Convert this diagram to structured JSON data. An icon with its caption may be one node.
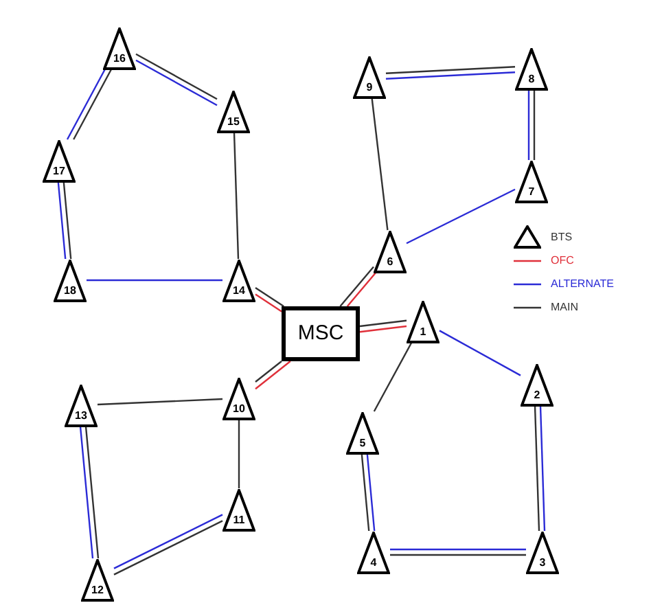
{
  "diagram": {
    "nodes": [
      {
        "text": [
          "MSC"
        ]
      },
      {
        "text": [
          "1"
        ]
      },
      {
        "text": [
          "2"
        ]
      },
      {
        "text": [
          "3"
        ]
      },
      {
        "text": [
          "4"
        ]
      },
      {
        "text": [
          "5"
        ]
      },
      {
        "text": [
          "6"
        ]
      },
      {
        "text": [
          "7"
        ]
      },
      {
        "text": [
          "8"
        ]
      },
      {
        "text": [
          "9"
        ]
      },
      {
        "text": [
          "10"
        ]
      },
      {
        "text": [
          "11"
        ]
      },
      {
        "text": [
          "12"
        ]
      },
      {
        "text": [
          "13"
        ]
      },
      {
        "text": [
          "14"
        ]
      },
      {
        "text": [
          "15"
        ]
      },
      {
        "text": [
          "16"
        ]
      },
      {
        "text": [
          "17"
        ]
      },
      {
        "text": [
          "18"
        ]
      }
    ],
    "edges": [
      {
        "from": 0,
        "to": 14,
        "arrow": "none",
        "color": "#e0303a"
      },
      {
        "from": 0,
        "to": 14,
        "arrow": "none"
      },
      {
        "from": 0,
        "to": 6,
        "arrow": "none"
      },
      {
        "from": 0,
        "to": 6,
        "arrow": "none",
        "color": "#e0303a"
      },
      {
        "from": 0,
        "to": 1,
        "arrow": "none"
      },
      {
        "from": 0,
        "to": 1,
        "arrow": "none",
        "color": "#e0303a"
      },
      {
        "from": 0,
        "to": 10,
        "arrow": "none",
        "color": "#e0303a"
      },
      {
        "from": 0,
        "to": 10,
        "arrow": "none"
      },
      {
        "from": 14,
        "to": 15,
        "arrow": "none"
      },
      {
        "from": 15,
        "to": 16,
        "arrow": "none",
        "color": "#2b2bd6"
      },
      {
        "from": 15,
        "to": 16,
        "arrow": "none"
      },
      {
        "from": 16,
        "to": 17,
        "arrow": "none"
      },
      {
        "from": 16,
        "to": 17,
        "arrow": "none",
        "color": "#2b2bd6"
      },
      {
        "from": 17,
        "to": 18,
        "arrow": "none"
      },
      {
        "from": 17,
        "to": 18,
        "arrow": "none",
        "color": "#2b2bd6"
      },
      {
        "from": 18,
        "to": 14,
        "arrow": "none",
        "color": "#2b2bd6"
      },
      {
        "from": 6,
        "to": 9,
        "arrow": "none"
      },
      {
        "from": 9,
        "to": 8,
        "arrow": "none",
        "color": "#2b2bd6"
      },
      {
        "from": 9,
        "to": 8,
        "arrow": "none"
      },
      {
        "from": 8,
        "to": 7,
        "arrow": "none",
        "color": "#2b2bd6"
      },
      {
        "from": 8,
        "to": 7,
        "arrow": "none"
      },
      {
        "from": 7,
        "to": 6,
        "arrow": "none",
        "color": "#2b2bd6"
      },
      {
        "from": 1,
        "to": 2,
        "arrow": "none",
        "color": "#2b2bd6"
      },
      {
        "from": 2,
        "to": 3,
        "arrow": "none",
        "color": "#2b2bd6"
      },
      {
        "from": 2,
        "to": 3,
        "arrow": "none"
      },
      {
        "from": 3,
        "to": 4,
        "arrow": "none"
      },
      {
        "from": 3,
        "to": 4,
        "arrow": "none",
        "color": "#2b2bd6"
      },
      {
        "from": 4,
        "to": 5,
        "arrow": "none"
      },
      {
        "from": 4,
        "to": 5,
        "arrow": "none",
        "color": "#2b2bd6"
      },
      {
        "from": 5,
        "to": 1,
        "arrow": "none"
      },
      {
        "from": 10,
        "to": 13,
        "arrow": "none"
      },
      {
        "from": 13,
        "to": 12,
        "arrow": "none",
        "color": "#2b2bd6"
      },
      {
        "from": 13,
        "to": 12,
        "arrow": "none"
      },
      {
        "from": 12,
        "to": 11,
        "arrow": "none"
      },
      {
        "from": 12,
        "to": 11,
        "arrow": "none",
        "color": "#2b2bd6"
      },
      {
        "from": 11,
        "to": 10,
        "arrow": "none"
      }
    ],
    "legend": [
      {
        "text": "BTS"
      },
      {
        "text": "OFC"
      },
      {
        "text": "ALTERNATE"
      },
      {
        "text": "MAIN"
      }
    ]
  }
}
